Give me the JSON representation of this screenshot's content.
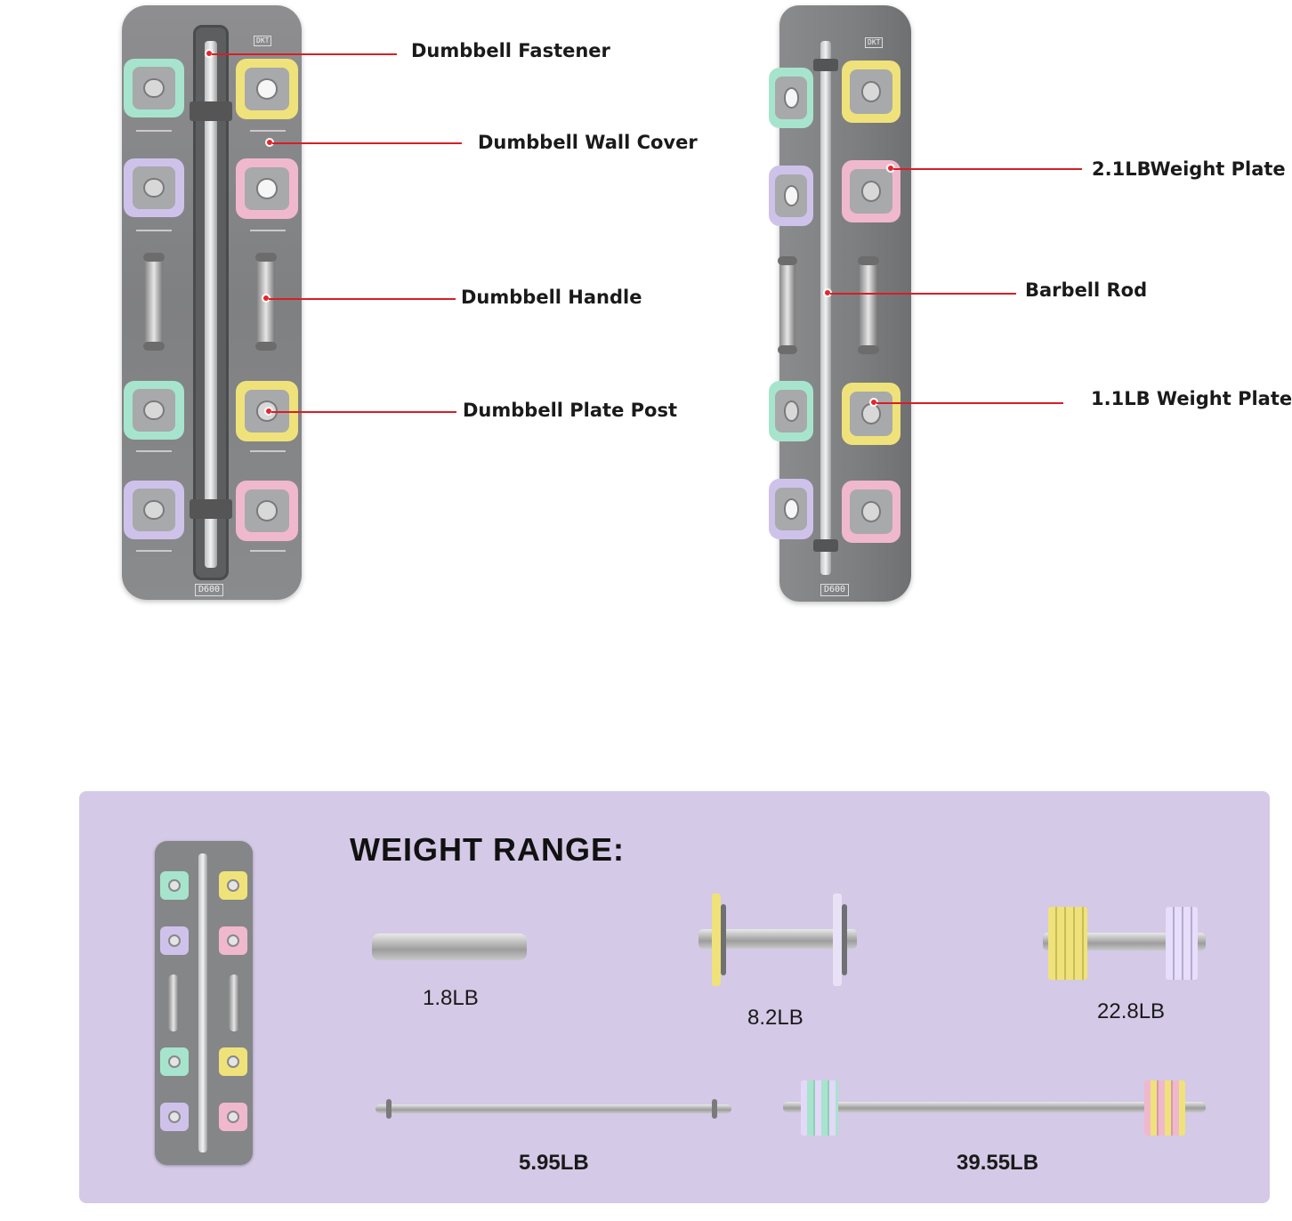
{
  "front_view": {
    "model": "D600",
    "brand": "DKT",
    "callouts": {
      "fastener": "Dumbbell Fastener",
      "wall_cover": "Dumbbell Wall Cover",
      "handle": "Dumbbell Handle",
      "plate_post": "Dumbbell Plate Post"
    }
  },
  "side_view": {
    "model": "D600",
    "brand": "DKT",
    "callouts": {
      "plate_2_1": "2.1LBWeight Plate",
      "barbell_rod": "Barbell Rod",
      "plate_1_1": "1.1LB Weight Plate"
    }
  },
  "weight_range": {
    "title": "WEIGHT RANGE:",
    "items": [
      {
        "label": "1.8LB"
      },
      {
        "label": "8.2LB"
      },
      {
        "label": "22.8LB"
      },
      {
        "label": "5.95LB"
      },
      {
        "label": "39.55LB"
      }
    ]
  },
  "colors": {
    "mint": "#a7e4cd",
    "yellow": "#efe27a",
    "lilac": "#cfc2ea",
    "pink": "#f0b8cd",
    "callout_red": "#d61f26",
    "range_background": "#d4c9e6"
  }
}
